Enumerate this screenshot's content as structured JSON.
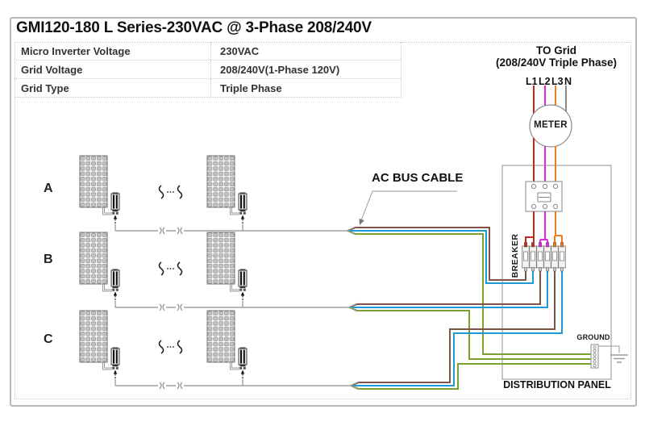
{
  "title": "GMI120-180 L Series-230VAC @ 3-Phase 208/240V",
  "spec_table": {
    "rows": [
      {
        "label": "Micro Inverter Voltage",
        "value": "230VAC"
      },
      {
        "label": "Grid Voltage",
        "value": "208/240V(1-Phase 120V)"
      },
      {
        "label": "Grid Type",
        "value": "Triple Phase"
      }
    ]
  },
  "grid_feed": {
    "heading_line1": "TO Grid",
    "heading_line2": "(208/240V Triple Phase)",
    "phase_labels": [
      "L1",
      "L2",
      "L3",
      "N"
    ]
  },
  "labels": {
    "meter": "METER",
    "breaker": "BREAKER",
    "distribution_panel": "DISTRIBUTION PANEL",
    "ground": "GROUND",
    "ac_bus_cable": "AC BUS CABLE"
  },
  "array_rows": [
    {
      "label": "A"
    },
    {
      "label": "B"
    },
    {
      "label": "C"
    }
  ],
  "colors": {
    "phase_l1_red": "#c8271b",
    "phase_l2_magenta": "#e228dc",
    "phase_l3_orange": "#ee7c1e",
    "neutral_gray": "#8a8a8a",
    "wire_brown": "#7d5348",
    "wire_blue": "#1f9ad6",
    "wire_green": "#7aa22d"
  }
}
